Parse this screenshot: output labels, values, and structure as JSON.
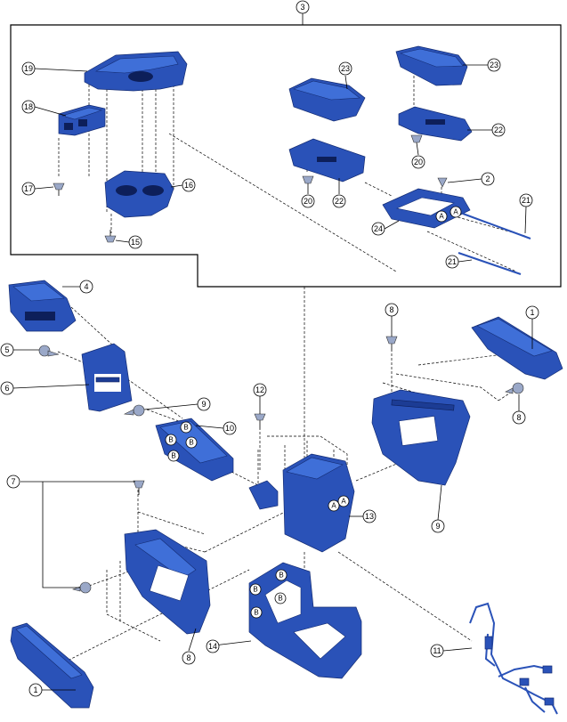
{
  "callouts": [
    "1",
    "2",
    "3",
    "4",
    "5",
    "6",
    "7",
    "8",
    "9",
    "10",
    "11",
    "12",
    "13",
    "14",
    "15",
    "16",
    "17",
    "18",
    "19",
    "20",
    "21",
    "22",
    "23",
    "24"
  ],
  "badges": [
    "A",
    "B"
  ]
}
